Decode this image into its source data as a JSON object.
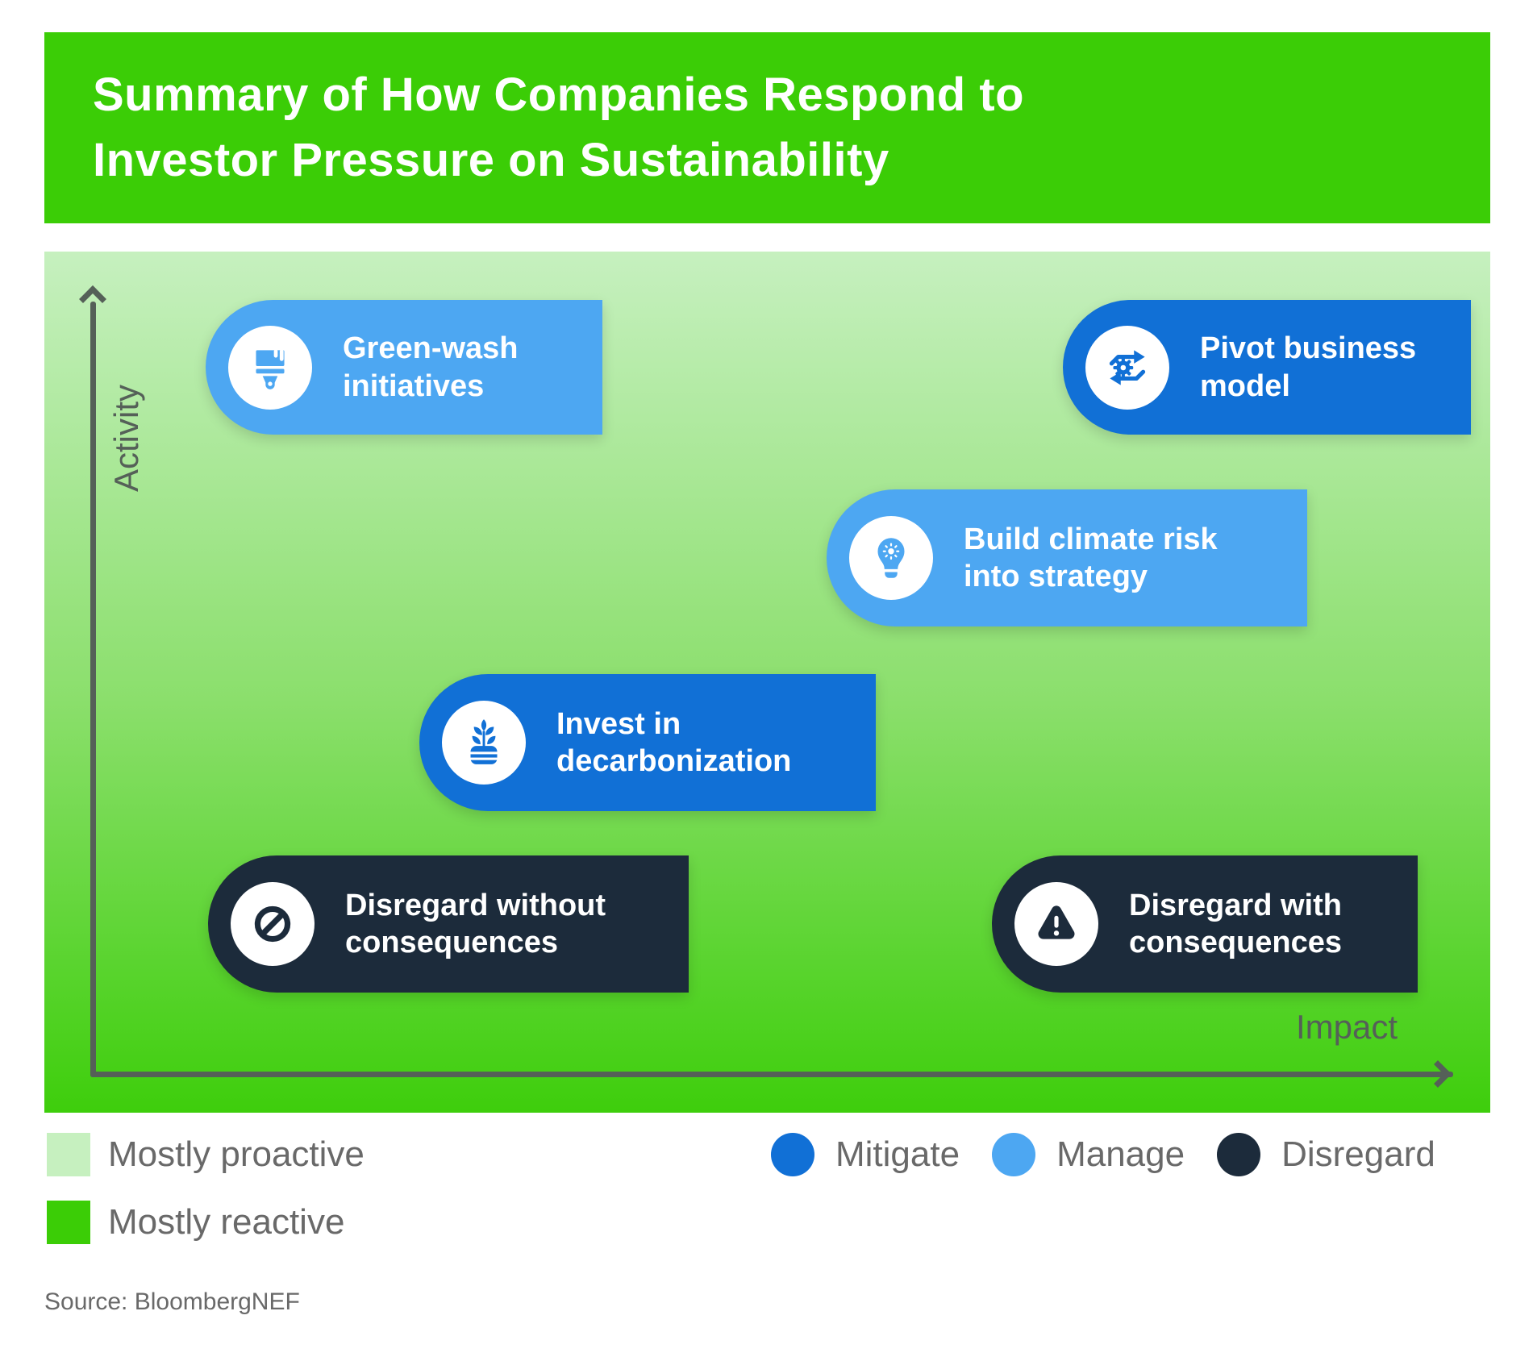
{
  "title": {
    "line1": "Summary of How Companies Respond to",
    "line2": "Investor Pressure on Sustainability"
  },
  "colors": {
    "header_green": "#3BCD06",
    "chart_gradient_top": "#C6F0BF",
    "chart_gradient_bottom": "#3ECE0C",
    "mitigate_blue": "#1170D6",
    "manage_light_blue": "#4DA7F2",
    "disregard_navy": "#1C2B3B",
    "axis_gray": "#556058",
    "legend_text_gray": "#696969"
  },
  "axes": {
    "y_label": "Activity",
    "x_label": "Impact"
  },
  "pills": [
    {
      "line1": "Green-wash",
      "line2": "initiatives",
      "category": "Manage",
      "icon": "paintbrush",
      "activity": "high",
      "impact": "low"
    },
    {
      "line1": "Pivot business",
      "line2": "model",
      "category": "Mitigate",
      "icon": "pivot-arrows-gear",
      "activity": "high",
      "impact": "high"
    },
    {
      "line1": "Build climate risk",
      "line2": "into strategy",
      "category": "Manage",
      "icon": "lightbulb",
      "activity": "mid-high",
      "impact": "mid-high"
    },
    {
      "line1": "Invest in",
      "line2": "decarbonization",
      "category": "Mitigate",
      "icon": "plant-coins",
      "activity": "mid",
      "impact": "mid"
    },
    {
      "line1": "Disregard without",
      "line2": "consequences",
      "category": "Disregard",
      "icon": "prohibition",
      "activity": "low",
      "impact": "low"
    },
    {
      "line1": "Disregard with",
      "line2": "consequences",
      "category": "Disregard",
      "icon": "warning-triangle",
      "activity": "low",
      "impact": "high"
    }
  ],
  "legend": {
    "background_items": [
      {
        "label": "Mostly proactive",
        "color": "#C6F0BF"
      },
      {
        "label": "Mostly reactive",
        "color": "#3BCD06"
      }
    ],
    "category_items": [
      {
        "label": "Mitigate",
        "color": "#1170D6"
      },
      {
        "label": "Manage",
        "color": "#4DA7F2"
      },
      {
        "label": "Disregard",
        "color": "#1C2B3B"
      }
    ]
  },
  "source": "Source: BloombergNEF"
}
